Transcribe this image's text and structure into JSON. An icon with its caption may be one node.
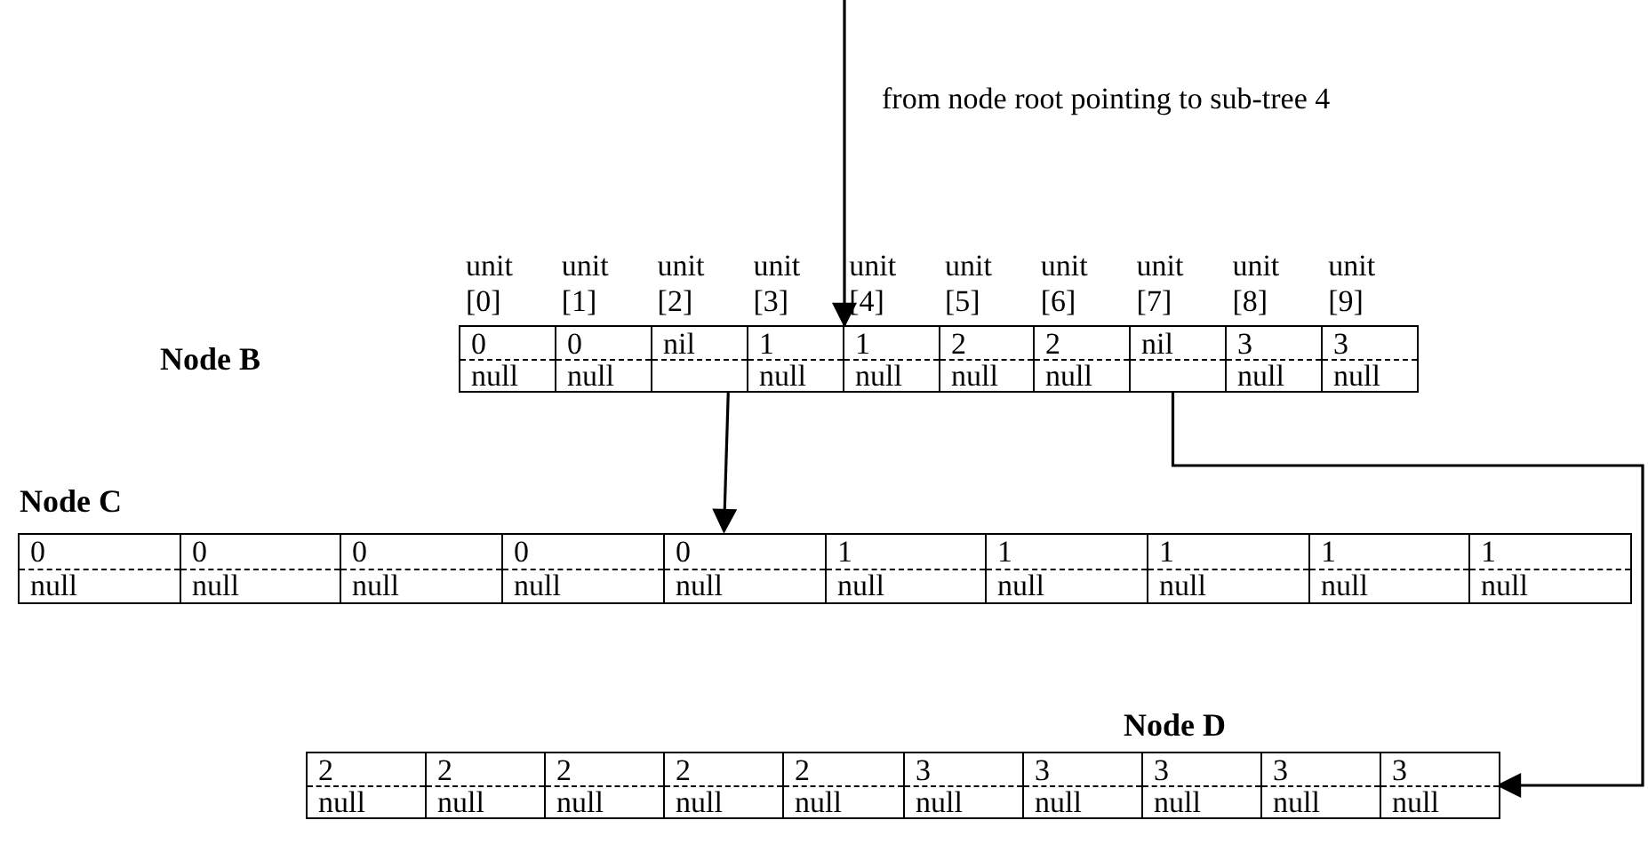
{
  "diagram": {
    "nodes": [
      {
        "text": [
          "Node B"
        ]
      },
      {
        "text": [
          "0",
          "null"
        ],
        "in": 0
      },
      {
        "text": [
          "0",
          "null"
        ],
        "in": 0
      },
      {
        "text": [
          "nil"
        ],
        "in": 0
      },
      {
        "text": [
          "1",
          "null"
        ],
        "in": 0
      },
      {
        "text": [
          "1",
          "null"
        ],
        "in": 0
      },
      {
        "text": [
          "2",
          "null"
        ],
        "in": 0
      },
      {
        "text": [
          "2",
          "null"
        ],
        "in": 0
      },
      {
        "text": [
          "nil"
        ],
        "in": 0
      },
      {
        "text": [
          "3",
          "null"
        ],
        "in": 0
      },
      {
        "text": [
          "3",
          "null"
        ],
        "in": 0
      },
      {
        "text": [
          "Node C"
        ]
      },
      {
        "text": [
          "0",
          "null"
        ],
        "in": 11
      },
      {
        "text": [
          "0",
          "null"
        ],
        "in": 11
      },
      {
        "text": [
          "0",
          "null"
        ],
        "in": 11
      },
      {
        "text": [
          "0",
          "null"
        ],
        "in": 11
      },
      {
        "text": [
          "0",
          "null"
        ],
        "in": 11
      },
      {
        "text": [
          "1",
          "null"
        ],
        "in": 11
      },
      {
        "text": [
          "1",
          "null"
        ],
        "in": 11
      },
      {
        "text": [
          "1",
          "null"
        ],
        "in": 11
      },
      {
        "text": [
          "1",
          "null"
        ],
        "in": 11
      },
      {
        "text": [
          "1",
          "null"
        ],
        "in": 11
      },
      {
        "text": [
          "Node D"
        ]
      },
      {
        "text": [
          "2",
          "null"
        ],
        "in": 22
      },
      {
        "text": [
          "2",
          "null"
        ],
        "in": 22
      },
      {
        "text": [
          "2",
          "null"
        ],
        "in": 22
      },
      {
        "text": [
          "2",
          "null"
        ],
        "in": 22
      },
      {
        "text": [
          "2",
          "null"
        ],
        "in": 22
      },
      {
        "text": [
          "3",
          "null"
        ],
        "in": 22
      },
      {
        "text": [
          "3",
          "null"
        ],
        "in": 22
      },
      {
        "text": [
          "3",
          "null"
        ],
        "in": 22
      },
      {
        "text": [
          "3",
          "null"
        ],
        "in": 22
      },
      {
        "text": [
          "3",
          "null"
        ],
        "in": 22
      }
    ],
    "edges": [
      {
        "from": null,
        "to": 5,
        "arrow": "to",
        "label": "from node root pointing to sub-tree 4"
      },
      {
        "from": 3,
        "to": 11,
        "arrow": "to"
      },
      {
        "from": 8,
        "to": 22,
        "arrow": "to"
      }
    ],
    "labels": [
      "unit [0]",
      "unit [1]",
      "unit [2]",
      "unit [3]",
      "unit [4]",
      "unit [5]",
      "unit [6]",
      "unit [7]",
      "unit [8]",
      "unit [9]"
    ]
  }
}
